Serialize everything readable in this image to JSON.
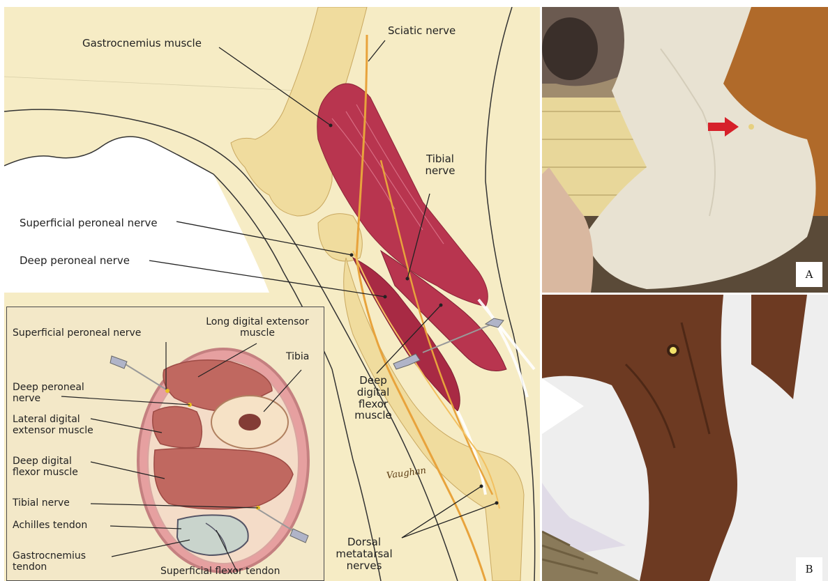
{
  "illustration": {
    "labels": {
      "gastrocnemius_muscle": "Gastrocnemius muscle",
      "sciatic_nerve": "Sciatic nerve",
      "tibial_nerve": "Tibial nerve",
      "superficial_peroneal_nerve": "Superficial peroneal nerve",
      "deep_peroneal_nerve": "Deep peroneal nerve",
      "deep_digital_flexor_muscle": "Deep digital flexor muscle",
      "dorsal_metatarsal_nerves": "Dorsal metatarsal nerves"
    },
    "signature": "Vaughan"
  },
  "inset": {
    "labels": {
      "superficial_peroneal_nerve": "Superficial peroneal nerve",
      "long_digital_extensor_muscle": "Long digital extensor muscle",
      "tibia": "Tibia",
      "deep_peroneal_nerve": "Deep peroneal nerve",
      "lateral_digital_extensor_muscle": "Lateral digital extensor muscle",
      "deep_digital_flexor_muscle": "Deep digital flexor muscle",
      "tibial_nerve": "Tibial nerve",
      "achilles_tendon": "Achilles tendon",
      "gastrocnemius_tendon": "Gastrocnemius tendon",
      "superficial_flexor_tendon": "Superficial flexor tendon"
    }
  },
  "photos": {
    "a_label": "A",
    "b_label": "B"
  },
  "colors": {
    "paper": "#f6ecc5",
    "muscle": "#b8354f",
    "bone": "#eed9a0",
    "nerve": "#e8a33c",
    "arrow": "#d6202a"
  }
}
